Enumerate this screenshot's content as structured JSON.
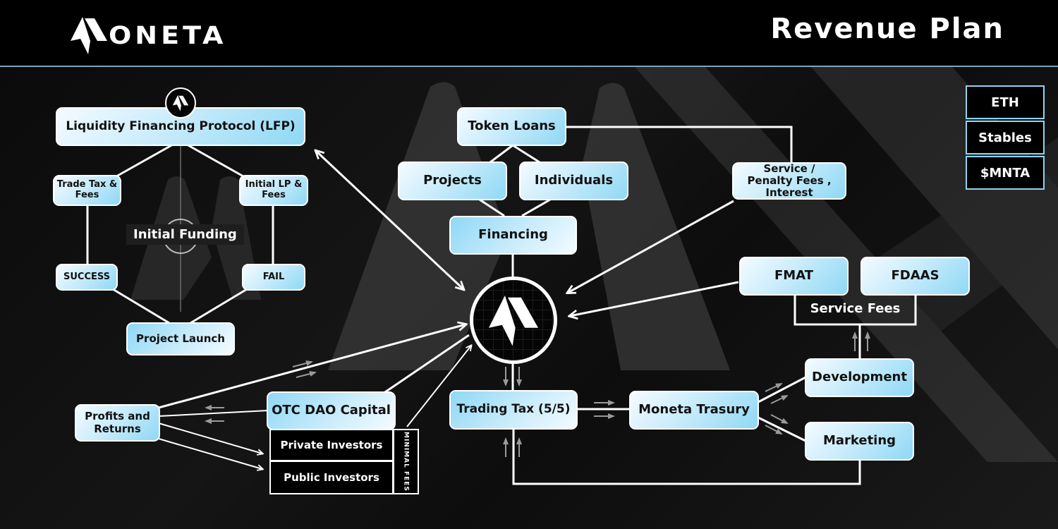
{
  "header": {
    "brand": "MONETA",
    "brand_text": "ONETA",
    "title": "Revenue Plan"
  },
  "legend": [
    "ETH",
    "Stables",
    "$MNTA"
  ],
  "lfp": {
    "title": "Liquidity Financing Protocol (LFP)",
    "trade_tax": "Trade Tax & Fees",
    "initial_lp": "Initial LP & Fees",
    "initial_funding": "Initial Funding",
    "success": "SUCCESS",
    "fail": "FAIL",
    "project_launch": "Project Launch"
  },
  "loans": {
    "token_loans": "Token Loans",
    "projects": "Projects",
    "individuals": "Individuals",
    "financing": "Financing",
    "service_penalty": "Service / Penalty Fees , Interest"
  },
  "services": {
    "fmat": "FMAT",
    "fdaas": "FDAAS",
    "service_fees": "Service Fees",
    "development": "Development",
    "marketing": "Marketing"
  },
  "treasury": {
    "trading_tax": "Trading Tax (5/5)",
    "moneta_treasury": "Moneta Trasury"
  },
  "capital": {
    "profits": "Profits and Returns",
    "otc": "OTC DAO Capital",
    "private": "Private Investors",
    "public": "Public Investors",
    "minimal_fees": "MINIMAL   FEES"
  },
  "hub": {
    "icon": "moneta-logo-icon"
  }
}
